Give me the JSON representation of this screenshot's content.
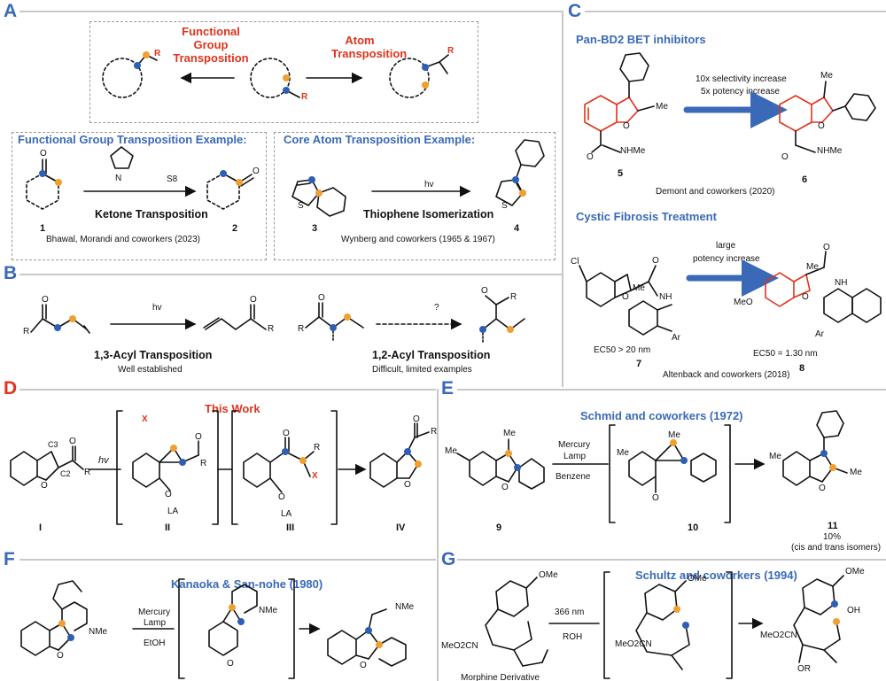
{
  "panels": {
    "A": "A",
    "B": "B",
    "C": "C",
    "D": "D",
    "E": "E",
    "F": "F",
    "G": "G"
  },
  "colors": {
    "red": "#e0331c",
    "blue": "#3a69b8",
    "orange": "#f0a030",
    "dot_blue": "#2f5fb5",
    "rule": "#c8c8c8"
  },
  "panelA": {
    "fg_transposition": "Functional Group Transposition",
    "atom_transposition": "Atom Transposition",
    "fg_example_title": "Functional Group Transposition Example:",
    "core_example_title": "Core Atom Transposition Example:",
    "reagent_s8": "S8",
    "reagent_nh": "N",
    "ketone_label": "Ketone Transposition",
    "ketone_credit": "Bhawal, Morandi and coworkers (2023)",
    "hv": "hv",
    "thiophene_label": "Thiophene Isomerization",
    "thiophene_credit": "Wynberg and coworkers (1965 & 1967)",
    "compounds": [
      "1",
      "2",
      "3",
      "4"
    ],
    "atoms": {
      "o": "O",
      "s": "S",
      "r": "R"
    }
  },
  "panelB": {
    "hv": "hv",
    "q": "?",
    "acyl13": "1,3-Acyl Transposition",
    "acyl13_sub": "Well established",
    "acyl12": "1,2-Acyl Transposition",
    "acyl12_sub": "Difficult, limited examples"
  },
  "panelC": {
    "title1": "Pan-BD2 BET inhibitors",
    "arrow1_line1": "10x selectivity increase",
    "arrow1_line2": "5x potency increase",
    "nhme": "NHMe",
    "me": "Me",
    "cpd5": "5",
    "cpd6": "6",
    "credit1": "Demont and coworkers (2020)",
    "title2": "Cystic Fibrosis Treatment",
    "arrow2_line1": "large",
    "arrow2_line2": "potency increase",
    "cl": "Cl",
    "meo": "MeO",
    "nh": "NH",
    "ar": "Ar",
    "ec50_7": "EC50 > 20 nm",
    "ec50_8": "EC50 = 1.30 nm",
    "cpd7": "7",
    "cpd8": "8",
    "credit2": "Altenback and coworkers (2018)"
  },
  "panelD": {
    "this_work": "This Work",
    "hv": "hv",
    "xminus": "X",
    "x": "X",
    "la": "LA",
    "c2": "C2",
    "c3": "C3",
    "labels": [
      "I",
      "II",
      "III",
      "IV"
    ]
  },
  "panelE": {
    "title": "Schmid and coworkers (1972)",
    "cond1": "Mercury",
    "cond2": "Lamp",
    "cond3": "Benzene",
    "me": "Me",
    "cpd9": "9",
    "cpd10": "10",
    "cpd11": "11",
    "yield": "10%",
    "isomers": "(cis and trans isomers)"
  },
  "panelF": {
    "title": "Kanaoka & San-nohe (1980)",
    "cond1": "Mercury",
    "cond2": "Lamp",
    "cond3": "EtOH",
    "nme": "NMe"
  },
  "panelG": {
    "title": "Schultz and coworkers (1994)",
    "cond1": "366 nm",
    "cond2": "ROH",
    "ome": "OMe",
    "meo2cn": "MeO2CN",
    "oh": "OH",
    "or": "OR",
    "morphine": "Morphine Derivative"
  }
}
